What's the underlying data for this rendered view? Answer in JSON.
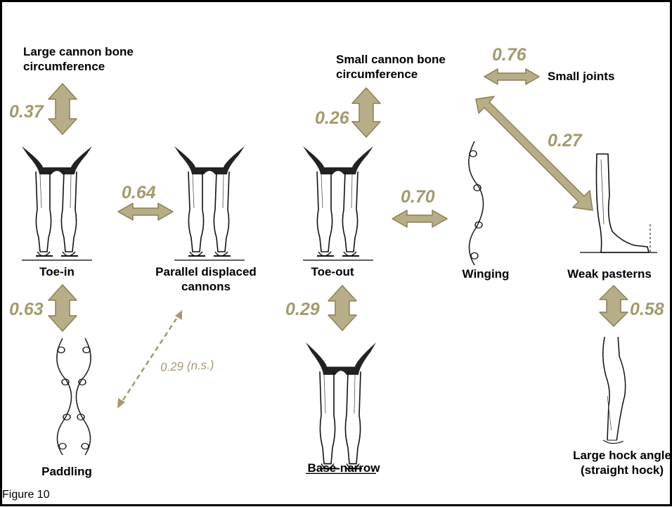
{
  "figure_caption": "Figure 10",
  "traits": {
    "large_cannon": "Large cannon bone\ncircumference",
    "small_cannon": "Small cannon bone\ncircumference",
    "small_joints": "Small joints",
    "toe_in": "Toe-in",
    "parallel_displaced": "Parallel displaced\ncannons",
    "toe_out": "Toe-out",
    "winging": "Winging",
    "weak_pasterns": "Weak pasterns",
    "paddling": "Paddling",
    "base_narrow": "Base-narrow",
    "large_hock": "Large hock angle\n(straight hock)"
  },
  "correlations": {
    "large_cannon_toe_in": "0.37",
    "toe_in_parallel": "0.64",
    "toe_in_paddling": "0.63",
    "paddling_parallel_ns": "0.29 (n.s.)",
    "small_cannon_toe_out": "0.26",
    "small_cannon_small_joints": "0.76",
    "small_cannon_weak_pasterns": "0.27",
    "toe_out_winging": "0.70",
    "toe_out_base_narrow": "0.29",
    "weak_pasterns_hock": "0.58"
  },
  "colors": {
    "arrow_fill": "#b7ad87",
    "arrow_stroke": "#8a7f55",
    "number_text": "#a39a6e",
    "label_text": "#000000"
  }
}
